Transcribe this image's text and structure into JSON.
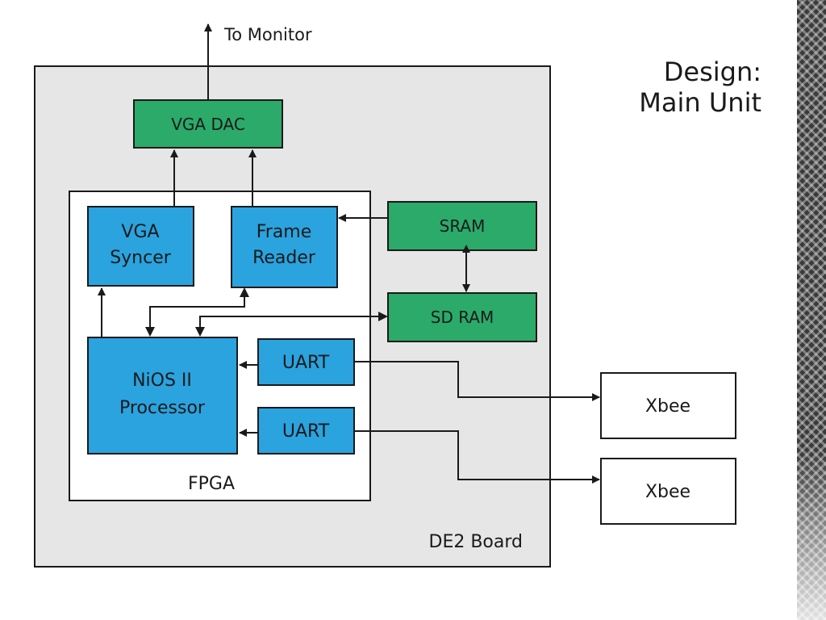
{
  "title": {
    "line1": "Design:",
    "line2": "Main Unit"
  },
  "labels": {
    "to_monitor": "To Monitor",
    "vga_dac": "VGA DAC",
    "vga_syncer": [
      "VGA",
      "Syncer"
    ],
    "frame_reader": [
      "Frame",
      "Reader"
    ],
    "sram": "SRAM",
    "sdram": "SD RAM",
    "nios": [
      "NiOS II",
      "Processor"
    ],
    "uart1": "UART",
    "uart2": "UART",
    "fpga": "FPGA",
    "de2_board": "DE2 Board",
    "xbee1": "Xbee",
    "xbee2": "Xbee"
  },
  "colors": {
    "green": "#2BAA6A",
    "blue": "#2AA3DF",
    "board_gray": "#E6E6E6",
    "line": "#1a1a1a",
    "white": "#FFFFFF"
  }
}
